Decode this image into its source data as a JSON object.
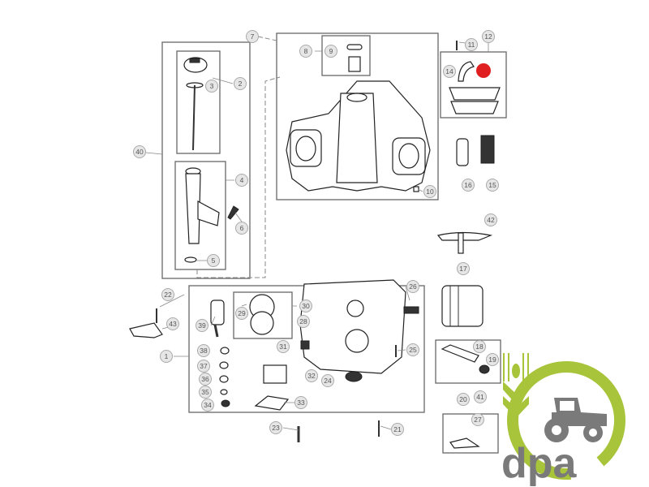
{
  "diagram": {
    "callouts": [
      "1",
      "2",
      "3",
      "4",
      "5",
      "6",
      "7",
      "8",
      "9",
      "10",
      "11",
      "12",
      "14",
      "15",
      "16",
      "17",
      "18",
      "19",
      "20",
      "21",
      "22",
      "23",
      "24",
      "25",
      "26",
      "27",
      "28",
      "29",
      "30",
      "31",
      "32",
      "33",
      "34",
      "35",
      "36",
      "37",
      "38",
      "39",
      "40",
      "41",
      "42",
      "43"
    ],
    "highlight_color": "#e02020",
    "logo": {
      "text": "dpa",
      "accent": "#a8c43a",
      "gray": "#7a7a7a"
    }
  }
}
